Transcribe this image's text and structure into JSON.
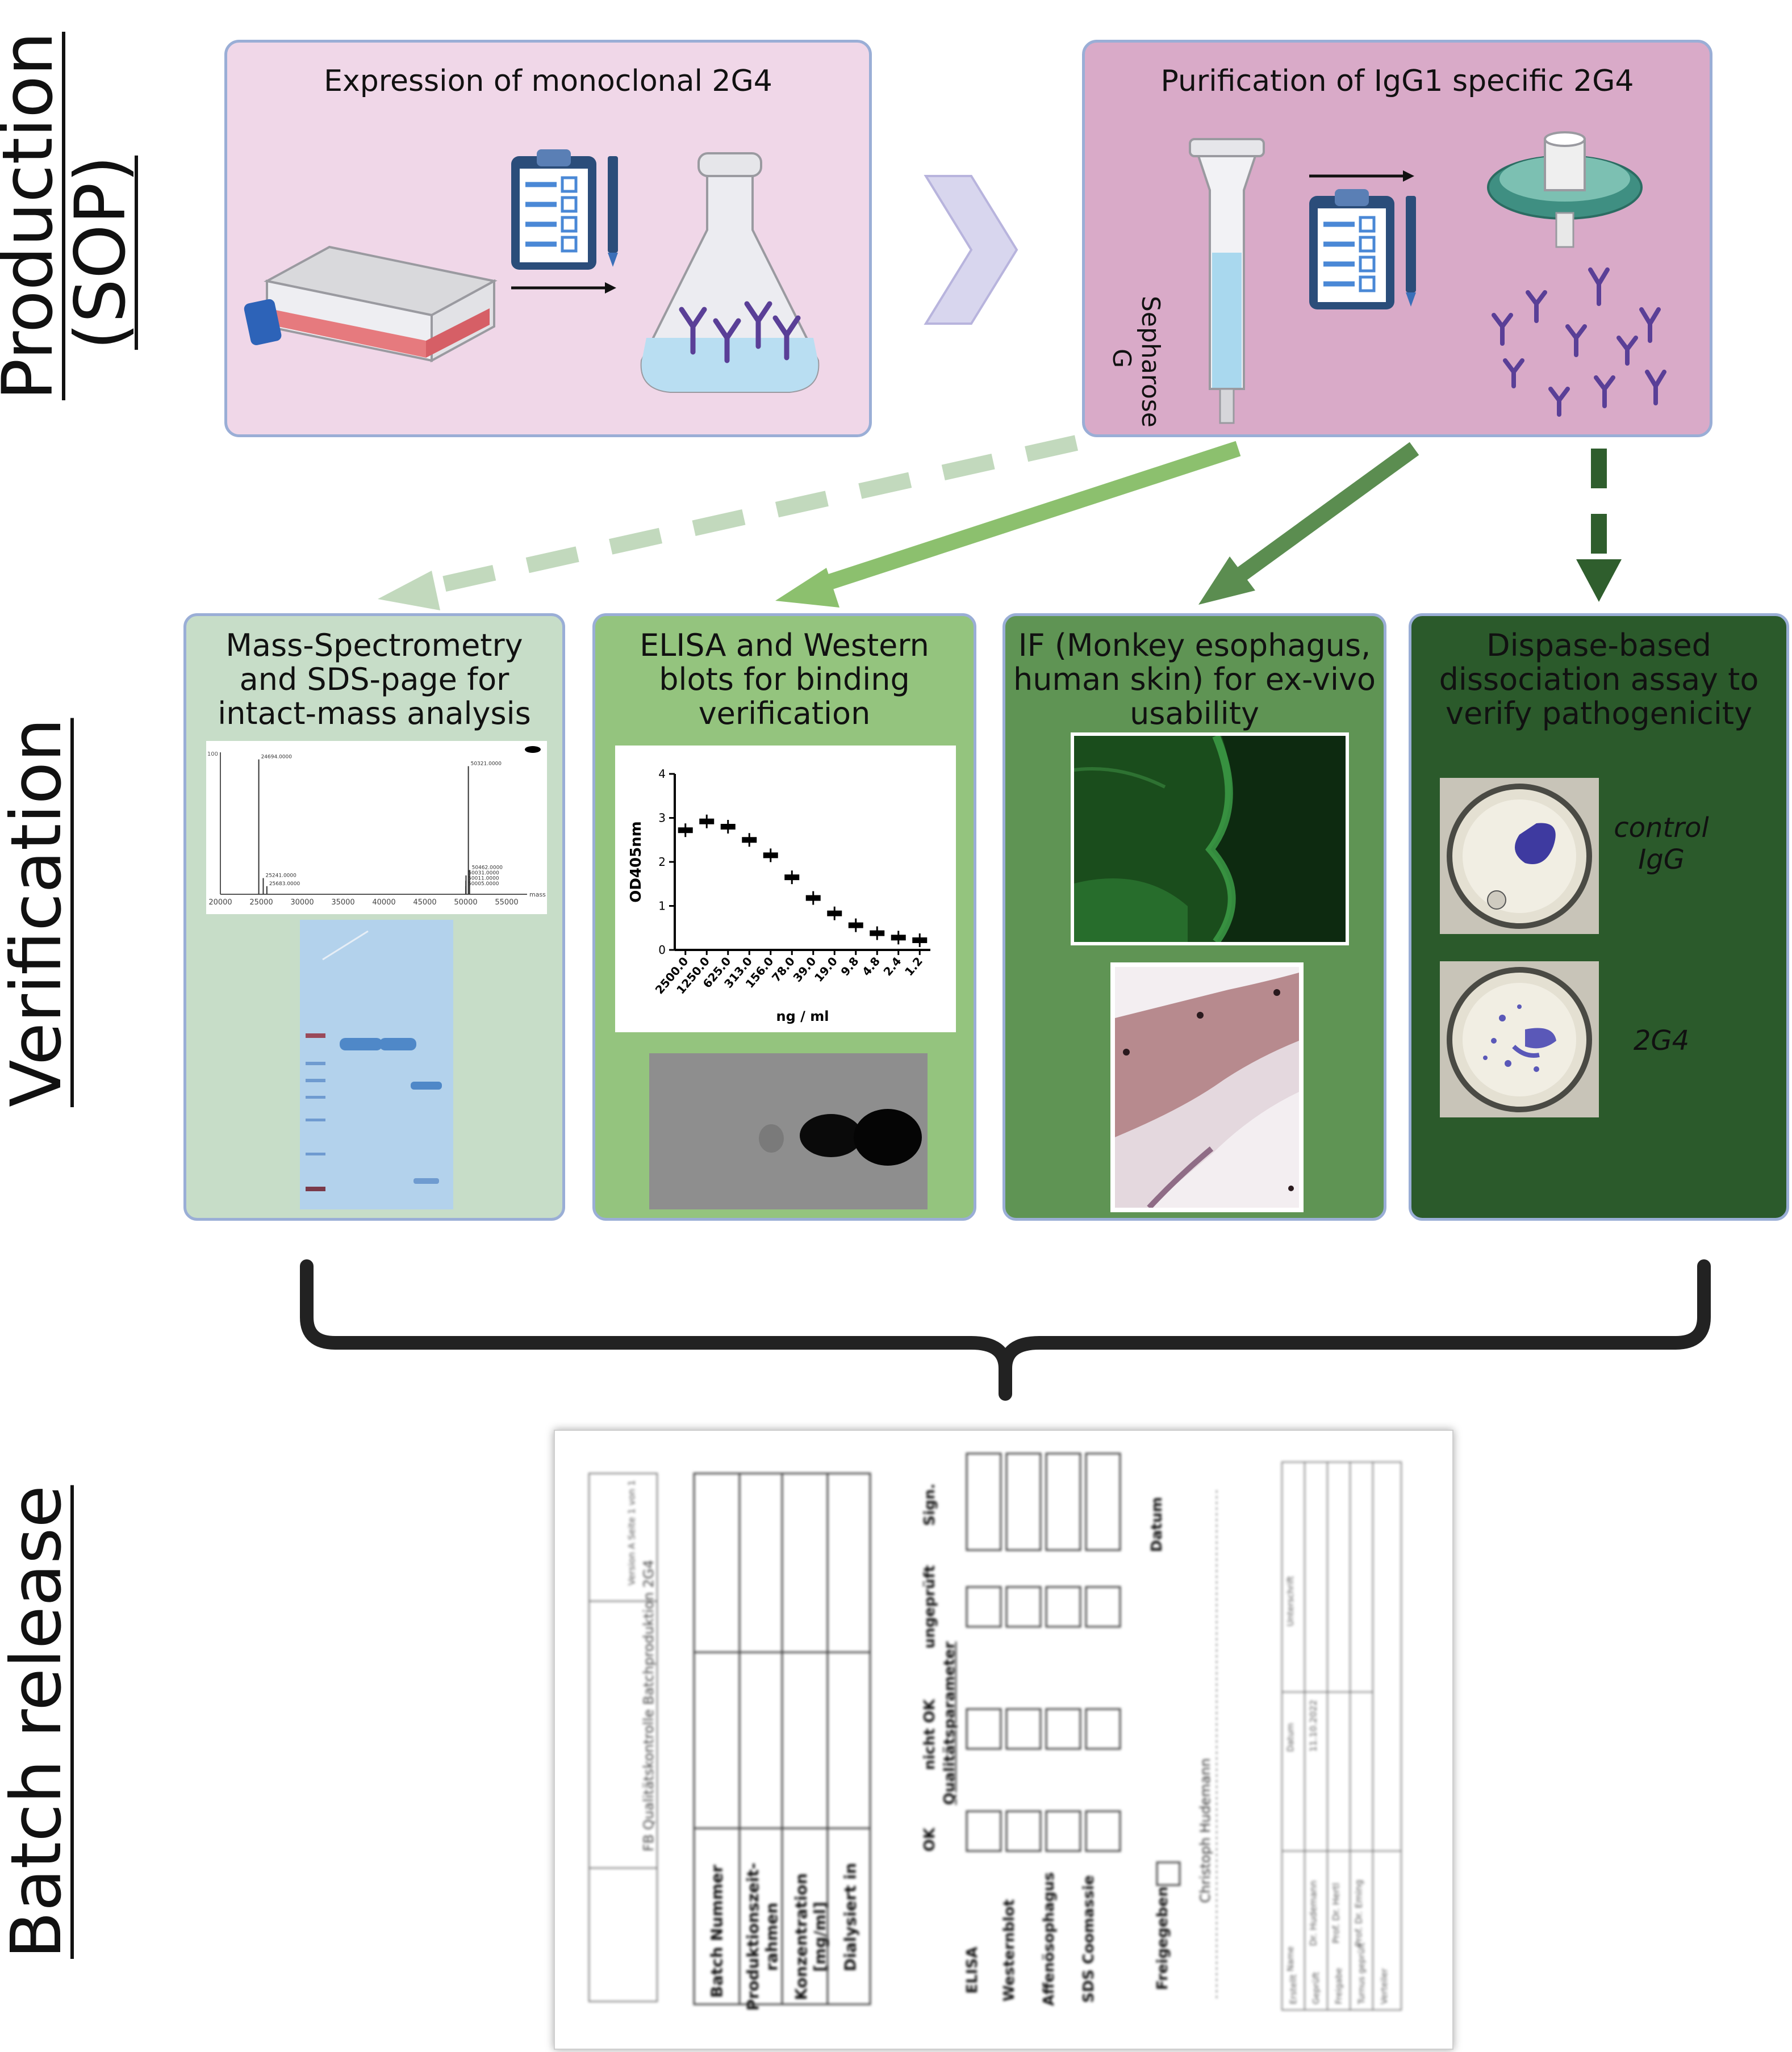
{
  "side_labels": {
    "production": "Production",
    "production_sop": "(SOP)",
    "verification": "Verification",
    "batch_release": "Batch release"
  },
  "production": {
    "expression_title": "Expression of monoclonal 2G4",
    "purification_title": "Purification of IgG1 specific 2G4",
    "column_label": "Sepharose G"
  },
  "verification": {
    "ms_title": "Mass-Spectrometry and SDS-page for intact-mass analysis",
    "elisa_title": "ELISA and Western blots for binding verification",
    "if_title": "IF (Monkey esophagus, human skin) for ex-vivo usability",
    "dispase_title": "Dispase-based dissociation assay to verify pathogenicity",
    "dispase_control_label": "control IgG",
    "dispase_2g4_label": "2G4"
  },
  "ms_spectrum": {
    "x_ticks": [
      "20000",
      "25000",
      "30000",
      "35000",
      "40000",
      "45000",
      "50000",
      "55000"
    ],
    "x_unit": "mass",
    "y_top": "100",
    "peak_labels": [
      "24694.0000",
      "25241.0000",
      "25683.0000",
      "50321.0000",
      "50462.0000",
      "50031.0000",
      "50011.0000",
      "50005.0000"
    ]
  },
  "chart_data": {
    "type": "line",
    "ylabel": "OD405nm",
    "xlabel": "ng / ml",
    "categories": [
      "2500.0",
      "1250.0",
      "625.0",
      "313.0",
      "156.0",
      "78.0",
      "39.0",
      "19.0",
      "9.8",
      "4.8",
      "2.4",
      "1.2"
    ],
    "values": [
      2.72,
      2.92,
      2.8,
      2.5,
      2.15,
      1.65,
      1.18,
      0.83,
      0.56,
      0.38,
      0.28,
      0.22
    ],
    "ylim": [
      0,
      4
    ],
    "yticks": [
      "0",
      "1",
      "2",
      "3",
      "4"
    ]
  },
  "batch_form": {
    "title": "FB Qualitätskontrolle Batchproduktion 2G4",
    "version": "Version A Seite 1 von 1",
    "rows": [
      "Batch Nummer",
      "Produktionszeit-rahmen",
      "Konzentration [mg/ml]",
      "Dialysiert in"
    ],
    "quality_header": "Qualitätsparameter",
    "col_headers": [
      "OK",
      "nicht OK",
      "ungeprüft",
      "Sign."
    ],
    "params": [
      "ELISA",
      "Westernblot",
      "Affenösophagus",
      "SDS Coomassie"
    ],
    "freigegeben": "Freigegeben",
    "signature": "Christoph Hudemann",
    "datum": "Datum",
    "sign_table_headers": [
      "Name",
      "Datum",
      "Unterschrift"
    ],
    "sign_table_roles": [
      "Erstellt",
      "Geprüft",
      "Freigabe",
      "Turnus geprüft",
      "Verteiler"
    ],
    "sign_table_names": [
      "Dr. Hudemann",
      "Prof. Dr. Hertl",
      "Prof. Dr. Eming"
    ],
    "sign_table_date": "11.10.2022"
  },
  "colors": {
    "expression_bg": "#f0d7e8",
    "purification_bg": "#d9aac8",
    "ms_bg": "#c7ddc8",
    "elisa_bg": "#94c47e",
    "if_bg": "#5f9454",
    "dispase_bg": "#2b5a2b",
    "arrow_pale": "#c2d9bd",
    "arrow_light": "#8cc06e",
    "arrow_mid": "#5b8d50",
    "arrow_dark": "#2f5e2d"
  }
}
